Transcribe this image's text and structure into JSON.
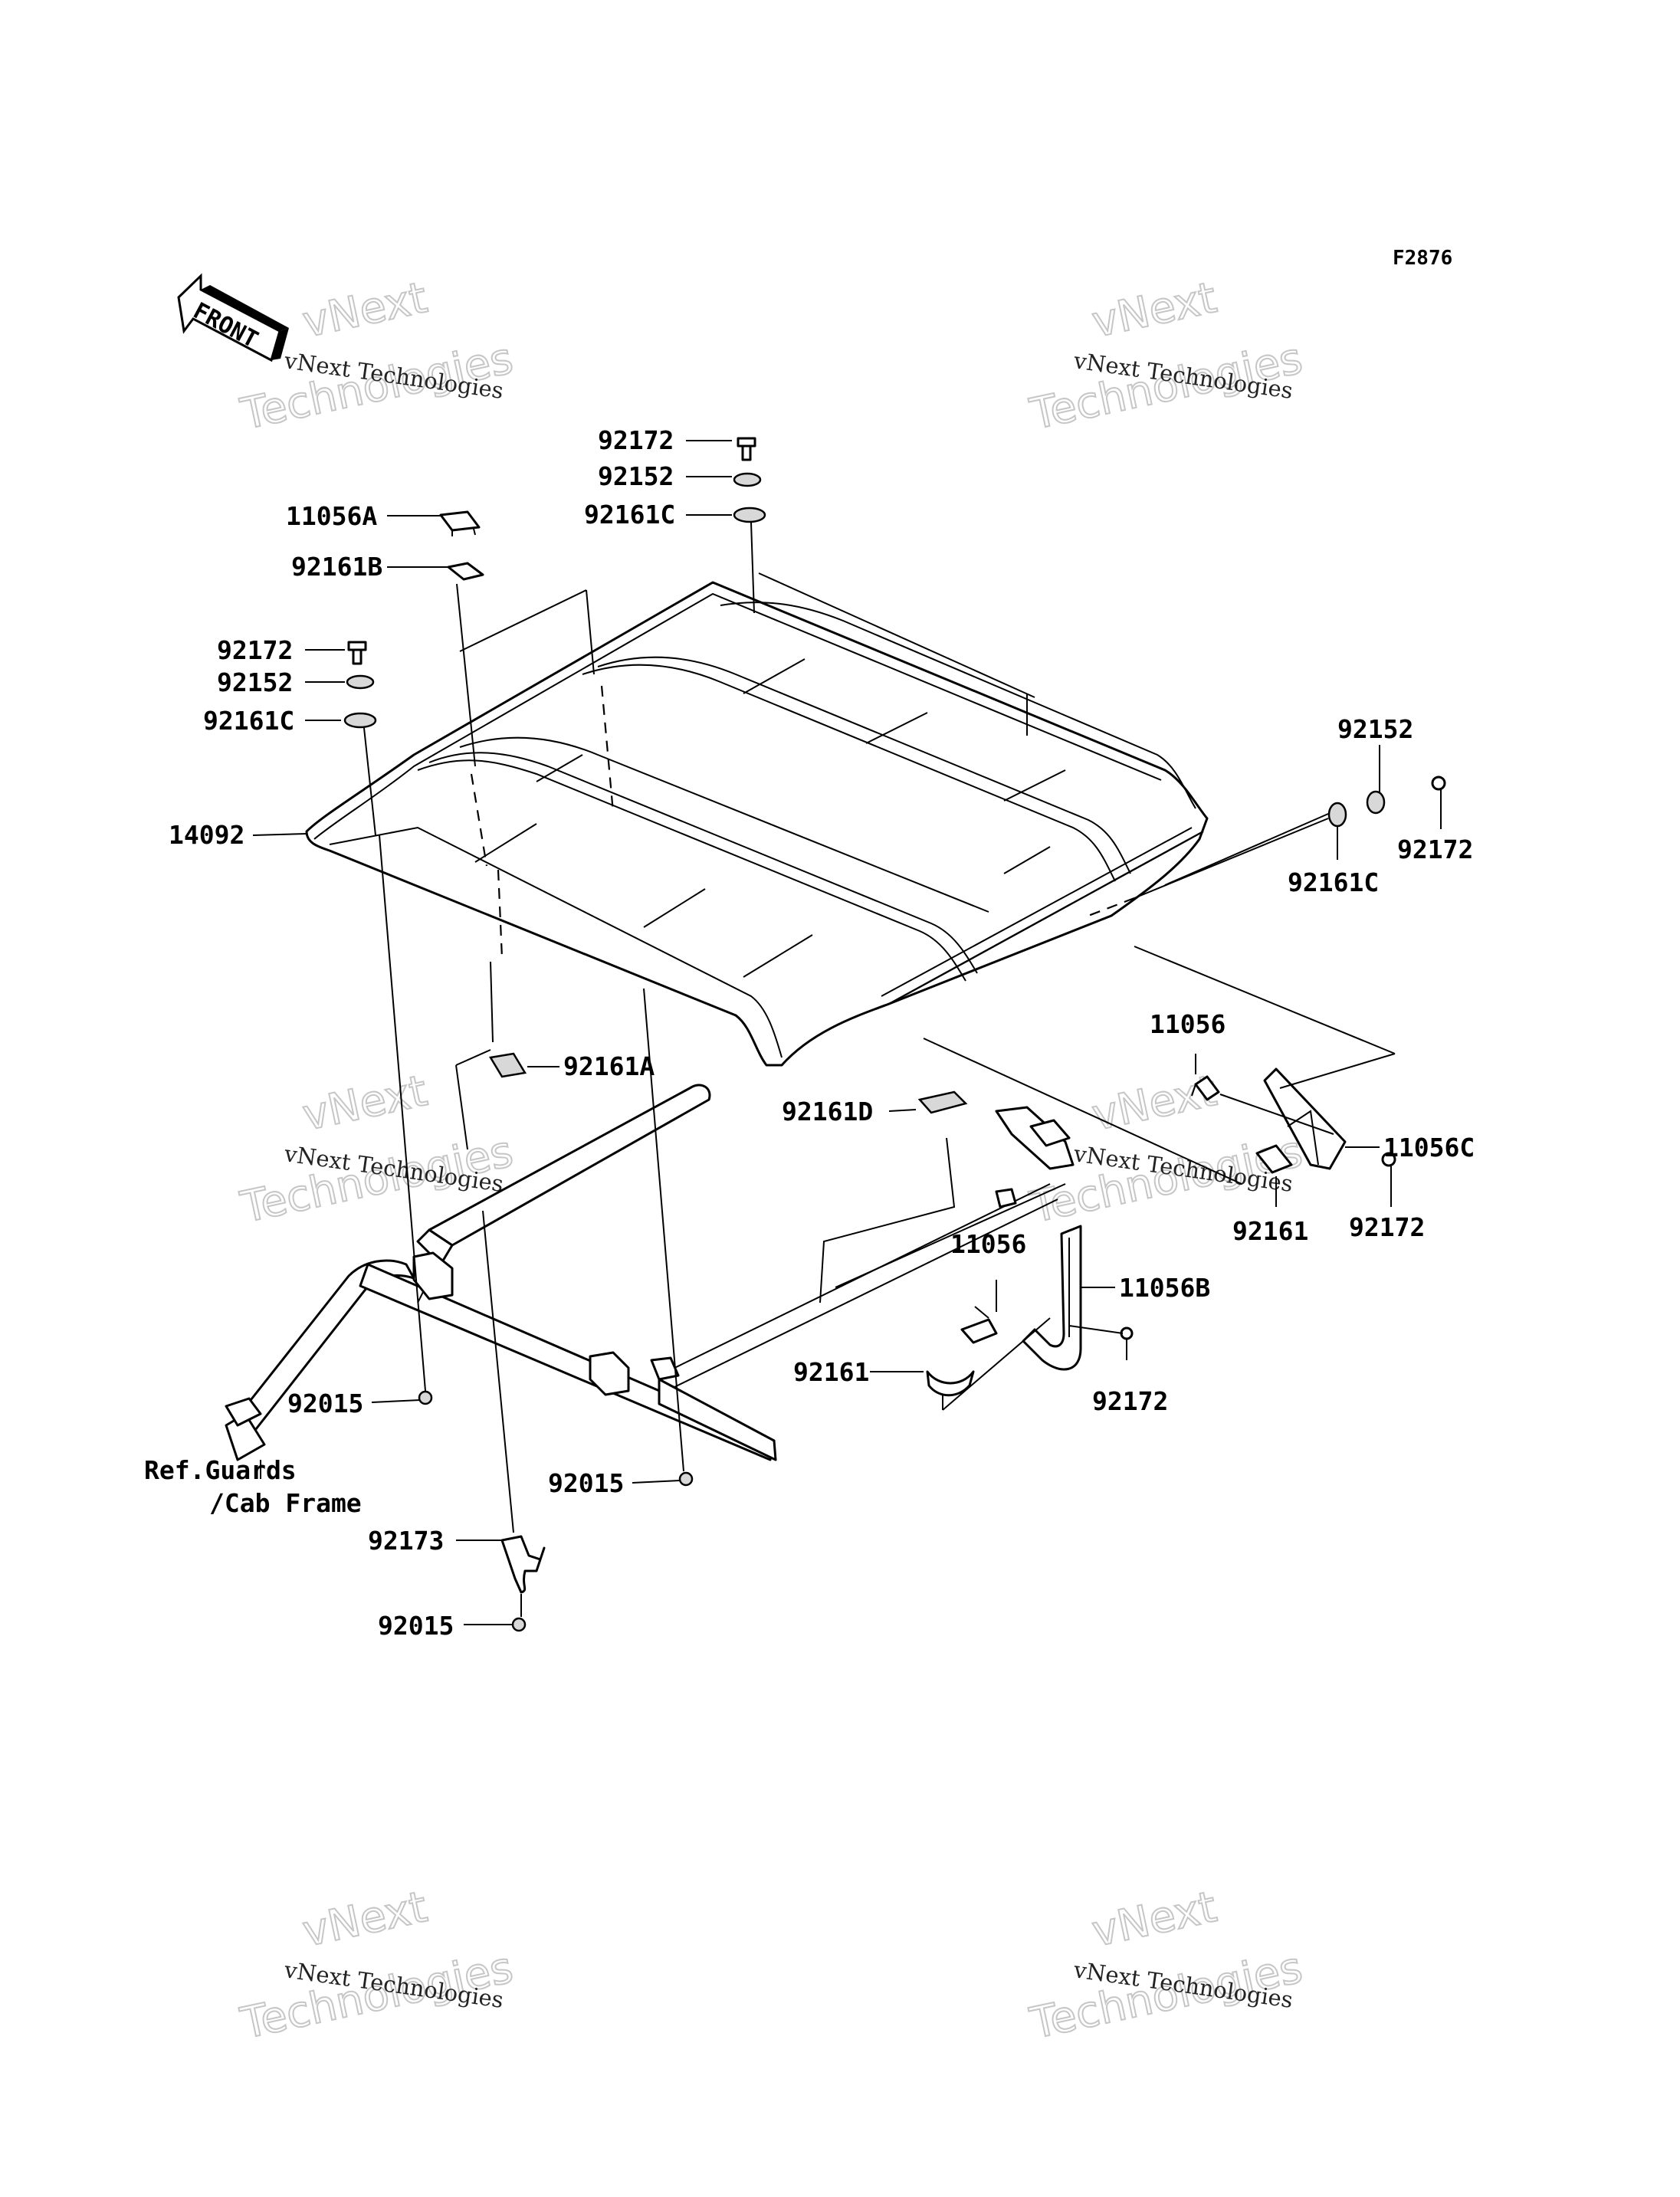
{
  "diagram_code": "F2876",
  "front_arrow": {
    "label": "FRONT",
    "icon": "front-arrow-icon"
  },
  "watermark": {
    "small": "vNext Technologies",
    "big_line1": "vNext",
    "big_line2": "Technologies"
  },
  "parts": {
    "p92172_top": "92172",
    "p92152_top": "92152",
    "p92161C_top": "92161C",
    "p11056A": "11056A",
    "p92161B": "92161B",
    "p92172_left": "92172",
    "p92152_left": "92152",
    "p92161C_left": "92161C",
    "p14092": "14092",
    "p92152_right": "92152",
    "p92172_right": "92172",
    "p92161C_right": "92161C",
    "p92161A": "92161A",
    "p11056_right": "11056",
    "p11056C": "11056C",
    "p92161D": "92161D",
    "p92161_right": "92161",
    "p92172_mid": "92172",
    "p11056_mid": "11056",
    "p11056B": "11056B",
    "p92161_mid": "92161",
    "p92172_low": "92172",
    "p92015_left": "92015",
    "p92015_center": "92015",
    "p92173": "92173",
    "p92015_bottom": "92015",
    "ref_line1": "Ref.Guards",
    "ref_line2": "/Cab Frame"
  }
}
